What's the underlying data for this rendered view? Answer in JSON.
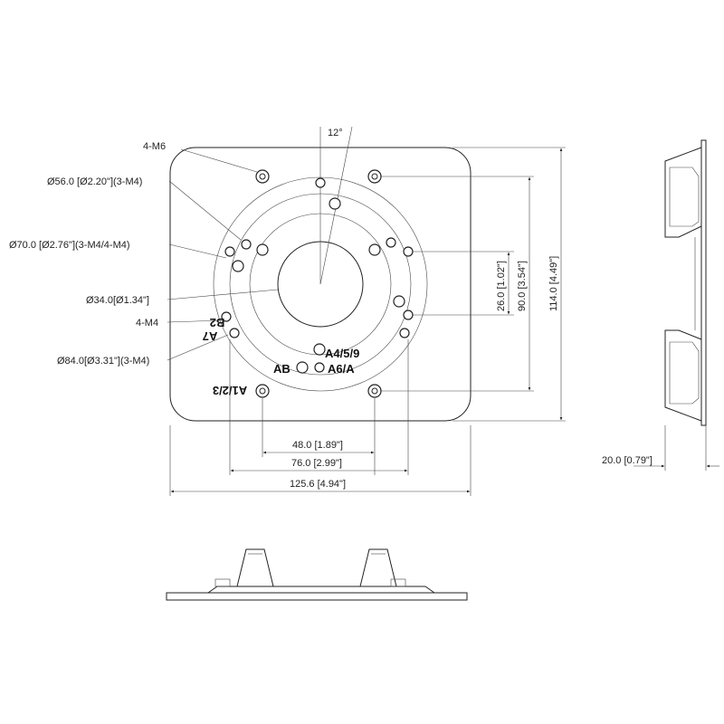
{
  "angle_label": "12°",
  "callouts": {
    "m6": "4-M6",
    "d56": "Ø56.0 [Ø2.20\"](3-M4)",
    "d70": "Ø70.0 [Ø2.76\"](3-M4/4-M4)",
    "d34": "Ø34.0[Ø1.34\"]",
    "m4": "4-M4",
    "d84": "Ø84.0[Ø3.31\"](3-M4)"
  },
  "hole_labels": {
    "b2": "B2",
    "a7": "A7",
    "a123": "A1/2/3",
    "a459": "A4/5/9",
    "ab": "AB",
    "a6a": "A6/A"
  },
  "dimensions": {
    "d48": "48.0 [1.89\"]",
    "d76": "76.0 [2.99\"]",
    "d125": "125.6 [4.94\"]",
    "d26": "26.0 [1.02\"]",
    "d90": "90.0 [3.54\"]",
    "d114": "114.0 [4.49\"]",
    "d20": "20.0 [0.79\"]"
  }
}
